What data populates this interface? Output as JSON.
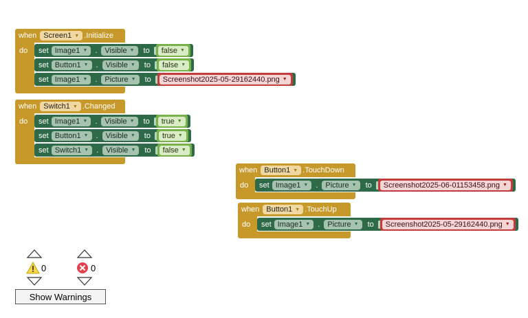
{
  "common": {
    "set_kw": "set",
    "to_kw": "to",
    "dot": ".",
    "when_kw": "when",
    "do_kw": "do"
  },
  "blocks": [
    {
      "component": "Screen1",
      "event": ".Initialize",
      "statements": [
        {
          "component": "Image1",
          "property": "Visible",
          "value": "false",
          "value_type": "bool"
        },
        {
          "component": "Button1",
          "property": "Visible",
          "value": "false",
          "value_type": "bool"
        },
        {
          "component": "Image1",
          "property": "Picture",
          "value": "Screenshot2025-05-29162440.png",
          "value_type": "text"
        }
      ]
    },
    {
      "component": "Switch1",
      "event": ".Changed",
      "statements": [
        {
          "component": "Image1",
          "property": "Visible",
          "value": "true",
          "value_type": "bool"
        },
        {
          "component": "Button1",
          "property": "Visible",
          "value": "true",
          "value_type": "bool"
        },
        {
          "component": "Switch1",
          "property": "Visible",
          "value": "false",
          "value_type": "bool"
        }
      ]
    },
    {
      "component": "Button1",
      "event": ".TouchDown",
      "statements": [
        {
          "component": "Image1",
          "property": "Picture",
          "value": "Screenshot2025-06-01153458.png",
          "value_type": "text"
        }
      ]
    },
    {
      "component": "Button1",
      "event": ".TouchUp",
      "statements": [
        {
          "component": "Image1",
          "property": "Picture",
          "value": "Screenshot2025-05-29162440.png",
          "value_type": "text"
        }
      ]
    }
  ],
  "warnings": {
    "warning_count": "0",
    "error_count": "0",
    "show_button": "Show Warnings"
  },
  "colors": {
    "event": "#c7992b",
    "setter": "#2f6a48",
    "logic": "#78b14a",
    "text": "#c23c3c",
    "workspace": "#ffffff"
  }
}
